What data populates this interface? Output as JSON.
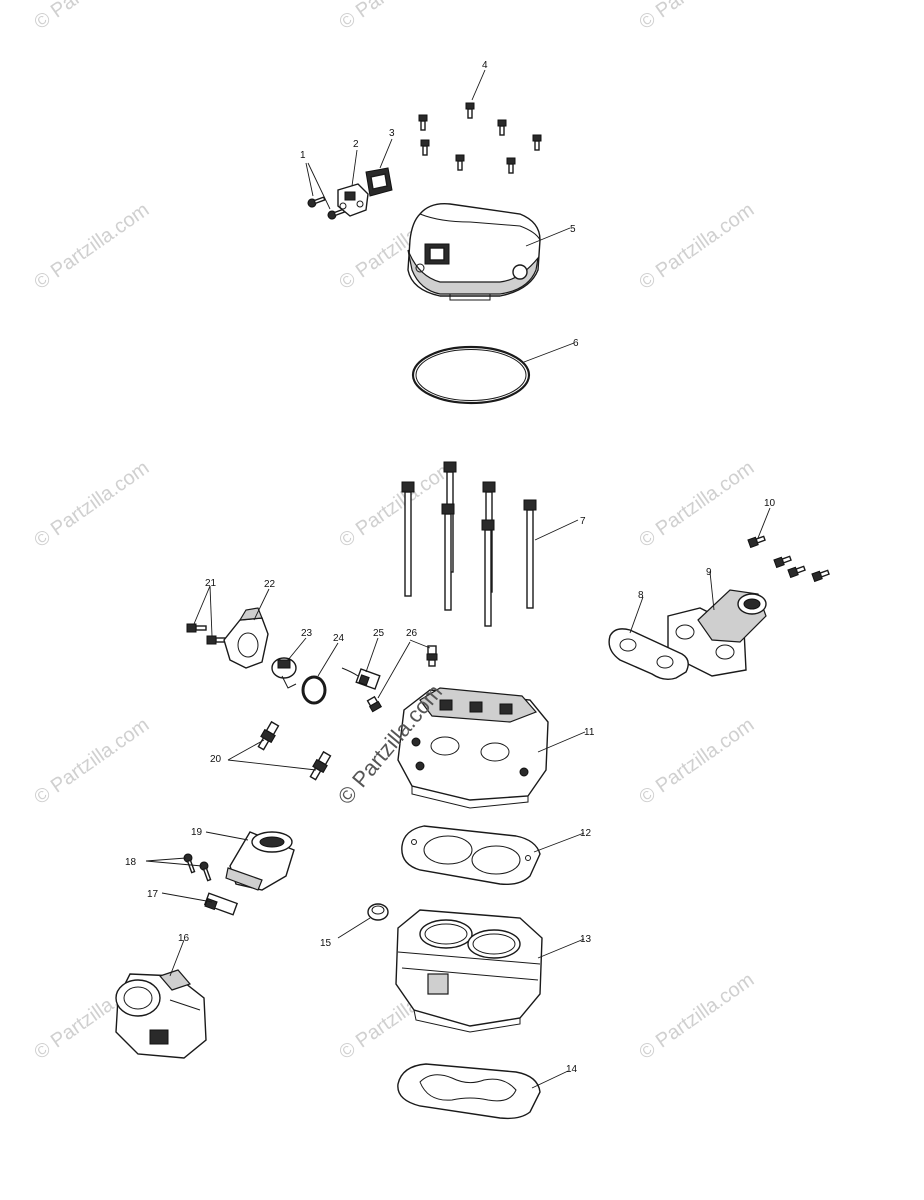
{
  "watermark": {
    "text": "© Partzilla.com",
    "center_text": "© Partzilla.com"
  },
  "callouts": {
    "c1": "1",
    "c2": "2",
    "c3": "3",
    "c4": "4",
    "c5": "5",
    "c6": "6",
    "c7": "7",
    "c8": "8",
    "c9": "9",
    "c10": "10",
    "c11": "11",
    "c12": "12",
    "c13": "13",
    "c14": "14",
    "c15": "15",
    "c16": "16",
    "c17": "17",
    "c18": "18",
    "c19": "19",
    "c20": "20",
    "c21": "21",
    "c22": "22",
    "c23": "23",
    "c24": "24",
    "c25": "25",
    "c26": "26"
  }
}
